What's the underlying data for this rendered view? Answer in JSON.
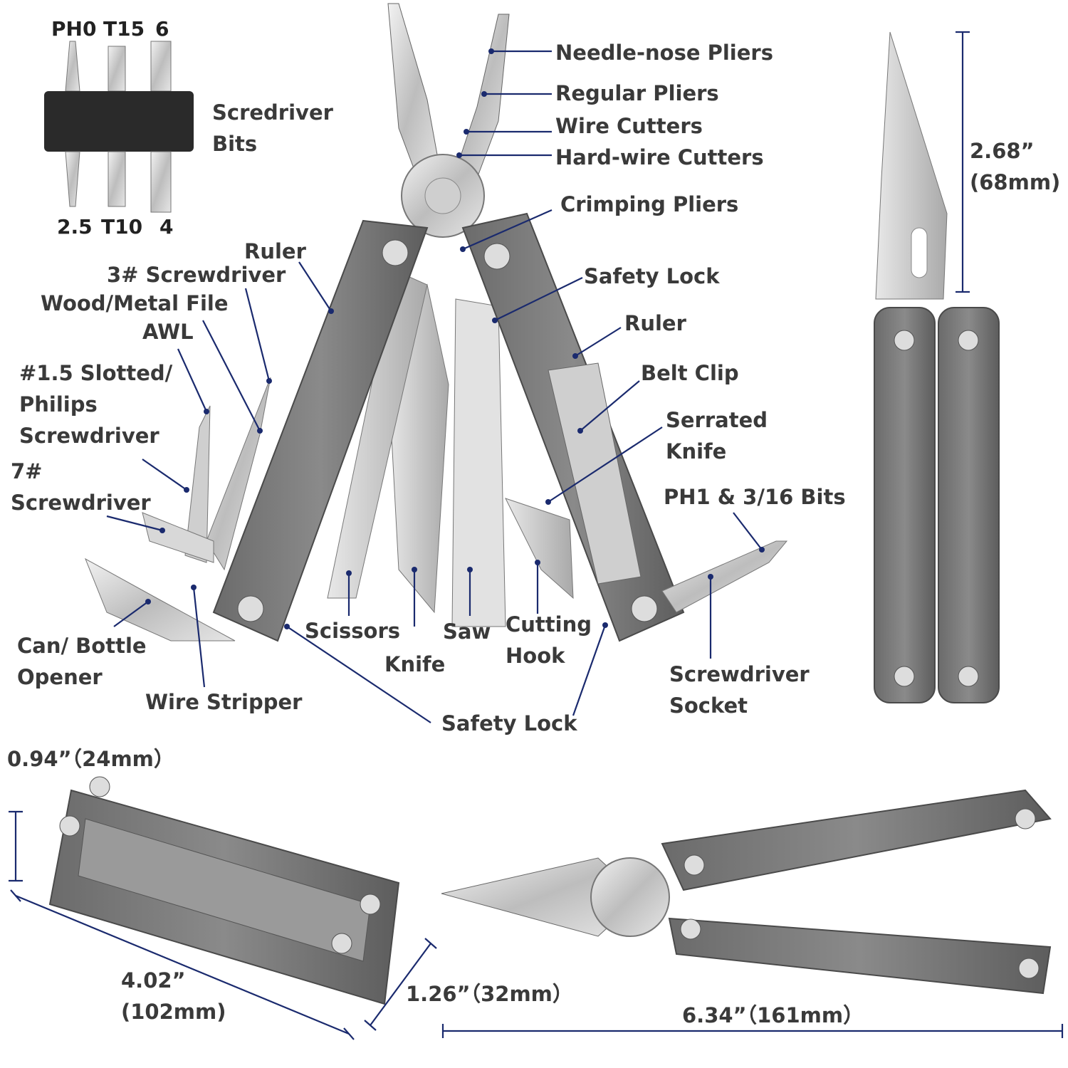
{
  "bits": {
    "top": [
      "PH0",
      "T15",
      "6"
    ],
    "bottom": [
      "2.5",
      "T10",
      "4"
    ]
  },
  "labels": {
    "screwdriver_bits_1": "Scredriver",
    "screwdriver_bits_2": "Bits",
    "needle_nose_pliers": "Needle-nose Pliers",
    "regular_pliers": "Regular Pliers",
    "wire_cutters": "Wire Cutters",
    "hard_wire_cutters": "Hard-wire Cutters",
    "crimping_pliers": "Crimping Pliers",
    "safety_lock_top": "Safety Lock",
    "ruler_right": "Ruler",
    "belt_clip": "Belt Clip",
    "serrated_knife_1": "Serrated",
    "serrated_knife_2": "Knife",
    "ph1_bits": "PH1 & 3/16 Bits",
    "screwdriver_socket_1": "Screwdriver",
    "screwdriver_socket_2": "Socket",
    "safety_lock_bottom": "Safety Lock",
    "cutting_hook_1": "Cutting",
    "cutting_hook_2": "Hook",
    "saw": "Saw",
    "knife": "Knife",
    "scissors": "Scissors",
    "wire_stripper": "Wire Stripper",
    "can_opener_1": "Can/ Bottle",
    "can_opener_2": "Opener",
    "screwdriver_7_1": "7#",
    "screwdriver_7_2": "Screwdriver",
    "slotted_1": "#1.5 Slotted/",
    "slotted_2": "Philips",
    "slotted_3": "Screwdriver",
    "awl": "AWL",
    "wood_metal_file": "Wood/Metal File",
    "screwdriver_3": "3# Screwdriver",
    "ruler_left": "Ruler"
  },
  "dimensions": {
    "blade_in": "2.68”",
    "blade_mm": "(68mm)",
    "thickness": "0.94”（24mm）",
    "closed_in": "4.02”",
    "closed_mm": "(102mm)",
    "width": "1.26”（32mm）",
    "open_length": "6.34”（161mm）"
  },
  "colors": {
    "leader_line": "#1a2a6e",
    "label_text": "#3a3a3a",
    "handle": "#7a7a7a"
  }
}
